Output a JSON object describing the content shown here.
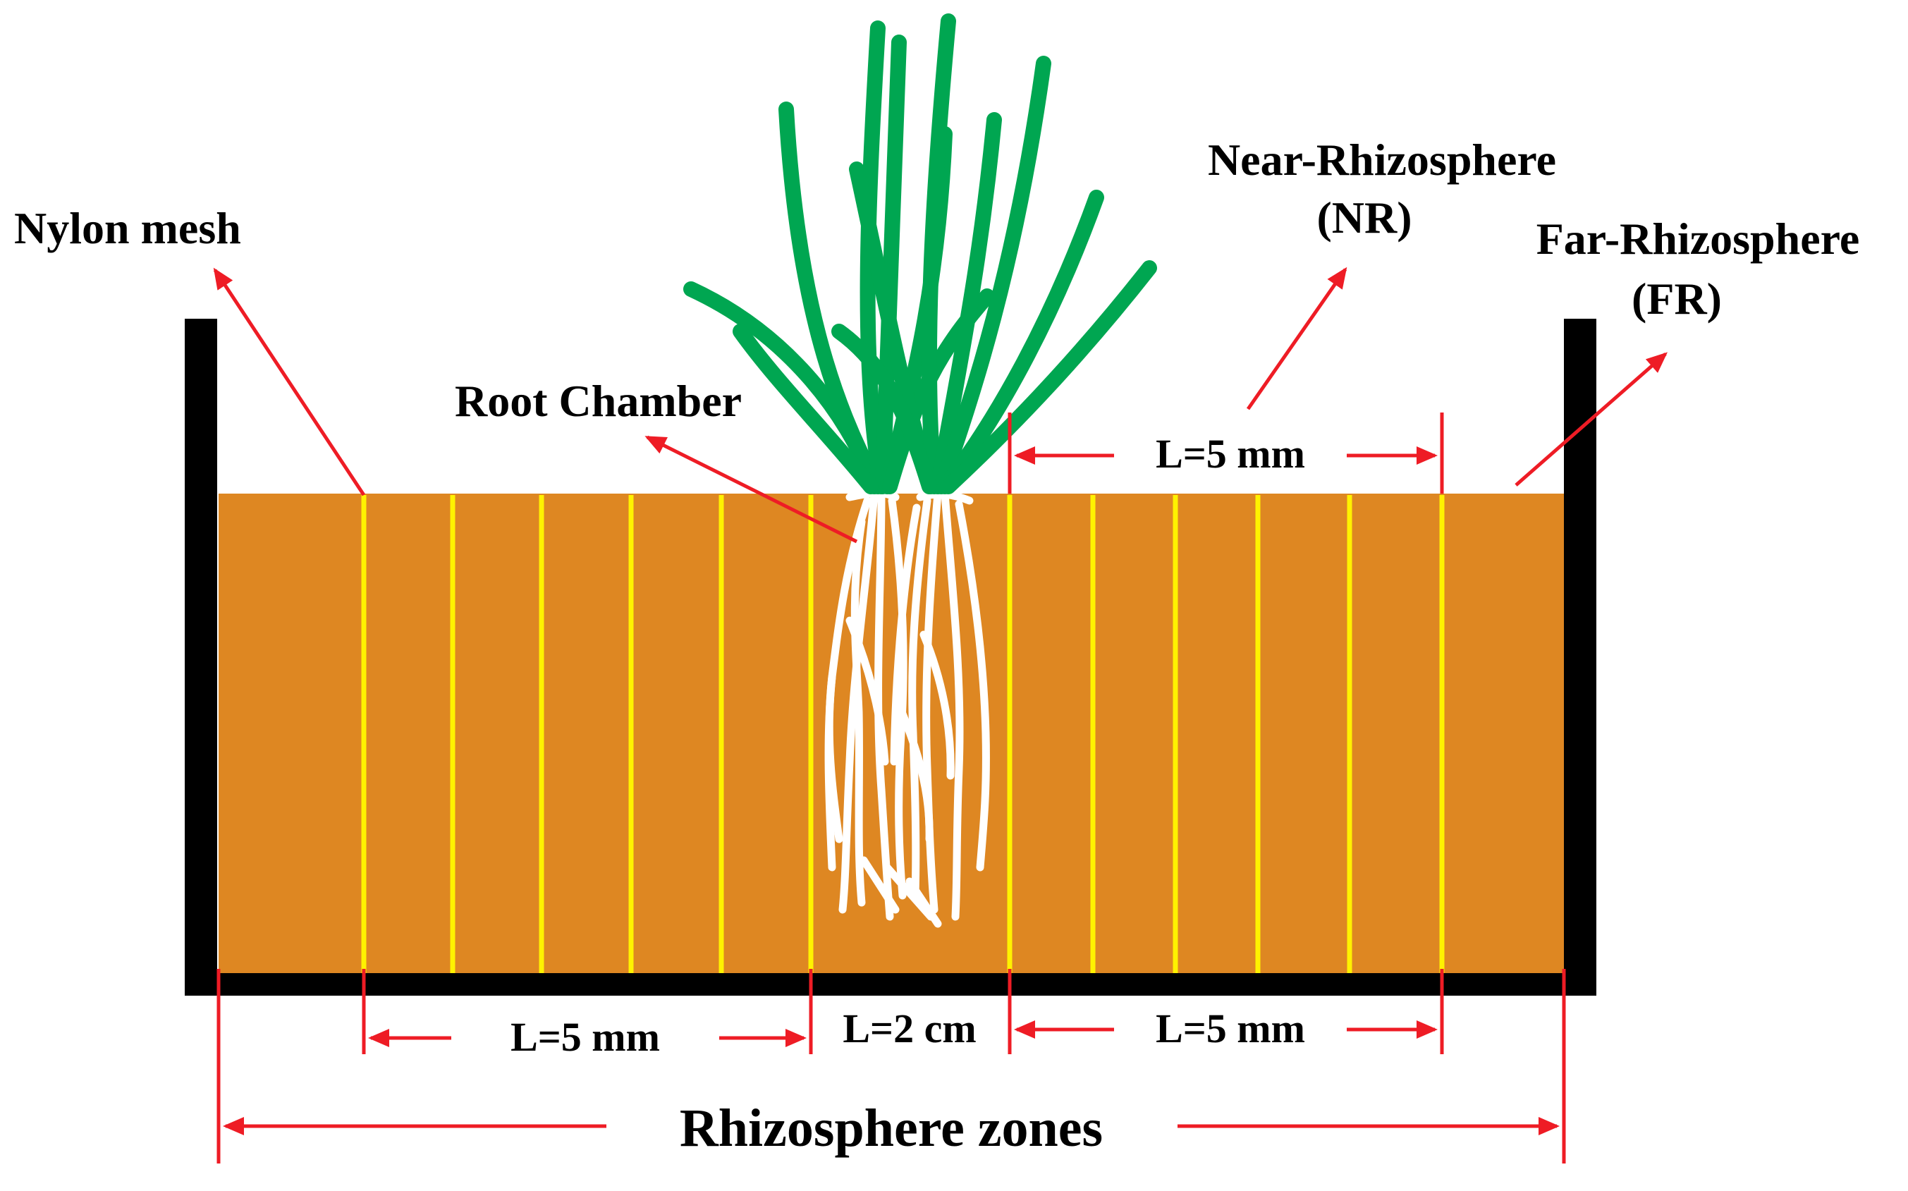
{
  "labels": {
    "nylon_mesh": "Nylon mesh",
    "root_chamber": "Root Chamber",
    "near_rhizosphere": "Near-Rhizosphere",
    "near_rhizosphere_abbr": "(NR)",
    "far_rhizosphere": "Far-Rhizosphere",
    "far_rhizosphere_abbr": "(FR)",
    "top_length": "L=5 mm",
    "bottom_left_length": "L=5 mm",
    "bottom_center_length": "L=2 cm",
    "bottom_right_length": "L=5 mm",
    "zones": "Rhizosphere zones"
  },
  "colors": {
    "soil": "#DE8722",
    "mesh_line": "#FFF200",
    "container": "#000000",
    "arrow": "#EE1C25",
    "leaf": "#00A651",
    "root": "#FFFFFF"
  }
}
